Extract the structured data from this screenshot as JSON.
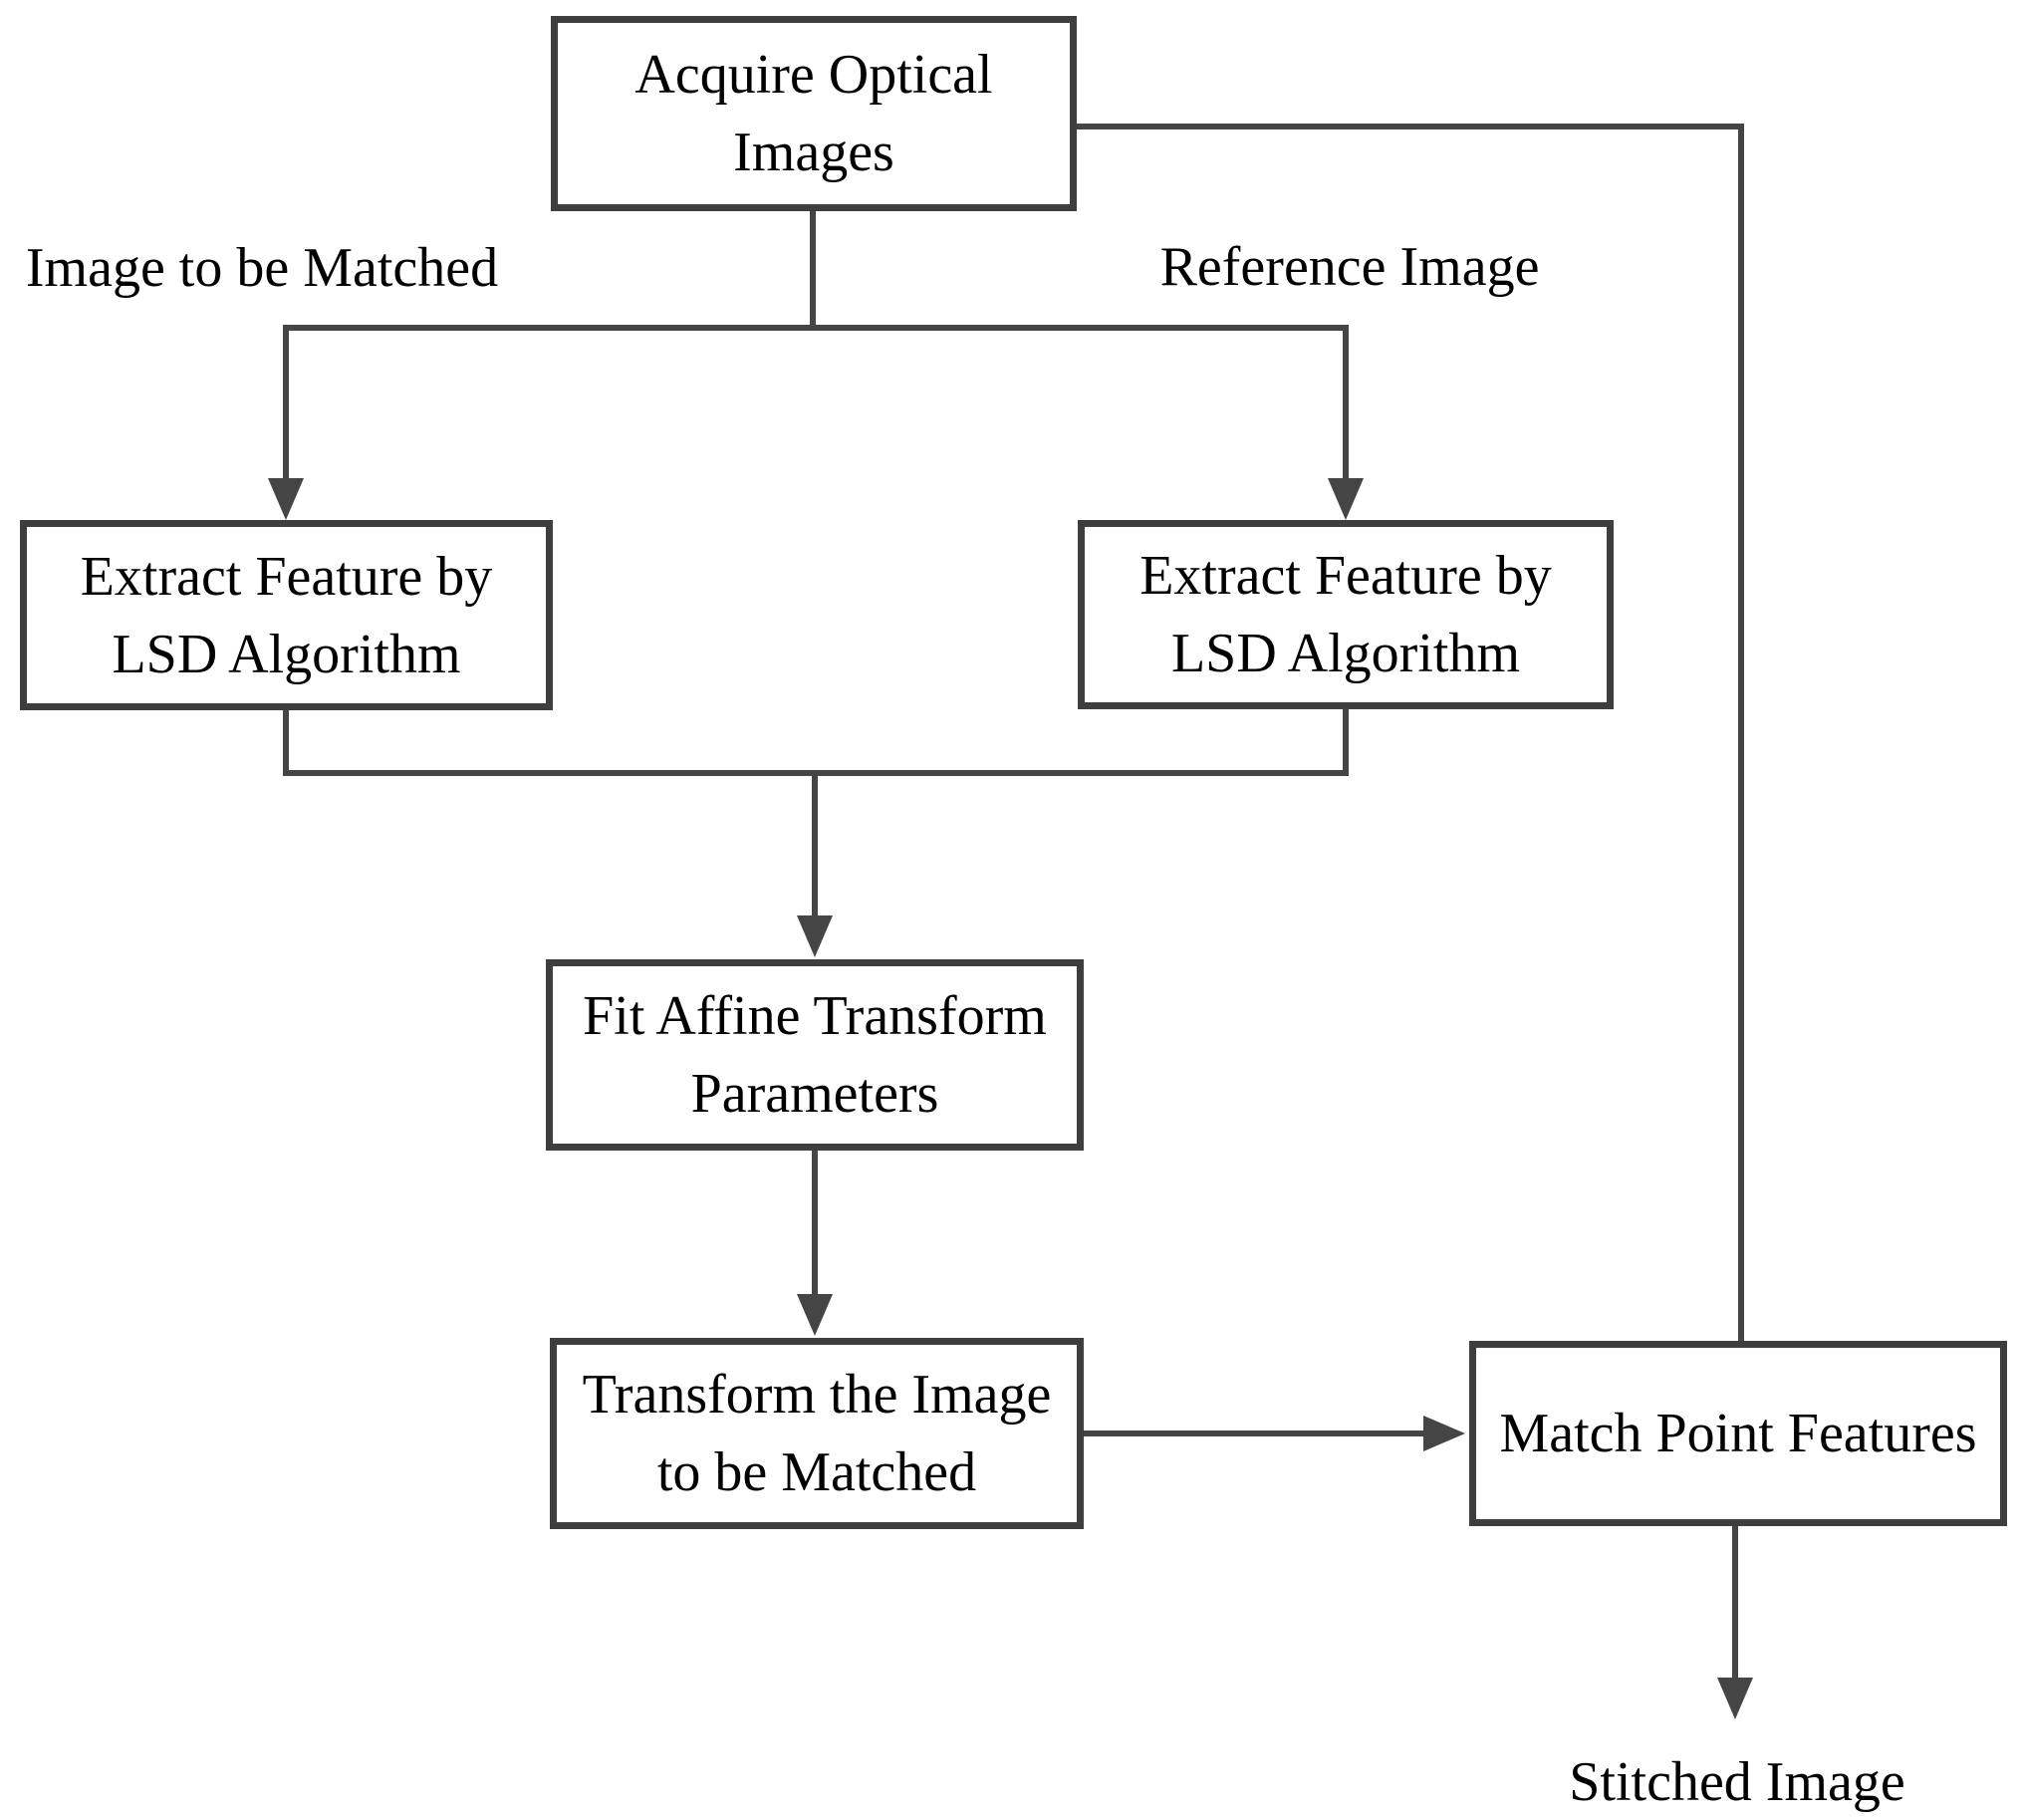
{
  "diagram": {
    "type": "flowchart",
    "colors": {
      "line": "#454545",
      "box_border": "#3e3e3e",
      "text": "#000000",
      "background": "#ffffff"
    },
    "nodes": {
      "acquire": {
        "label": "Acquire Optical\nImages"
      },
      "extract_left": {
        "label": "Extract Feature by\nLSD Algorithm"
      },
      "extract_right": {
        "label": "Extract Feature by\nLSD Algorithm"
      },
      "fit_affine": {
        "label": "Fit Affine Transform\nParameters"
      },
      "transform_image": {
        "label": "Transform the Image\nto be Matched"
      },
      "match_points": {
        "label": "Match Point Features"
      }
    },
    "edge_labels": {
      "left_branch": "Image to be Matched",
      "right_branch": "Reference Image",
      "output": "Stitched Image"
    }
  }
}
